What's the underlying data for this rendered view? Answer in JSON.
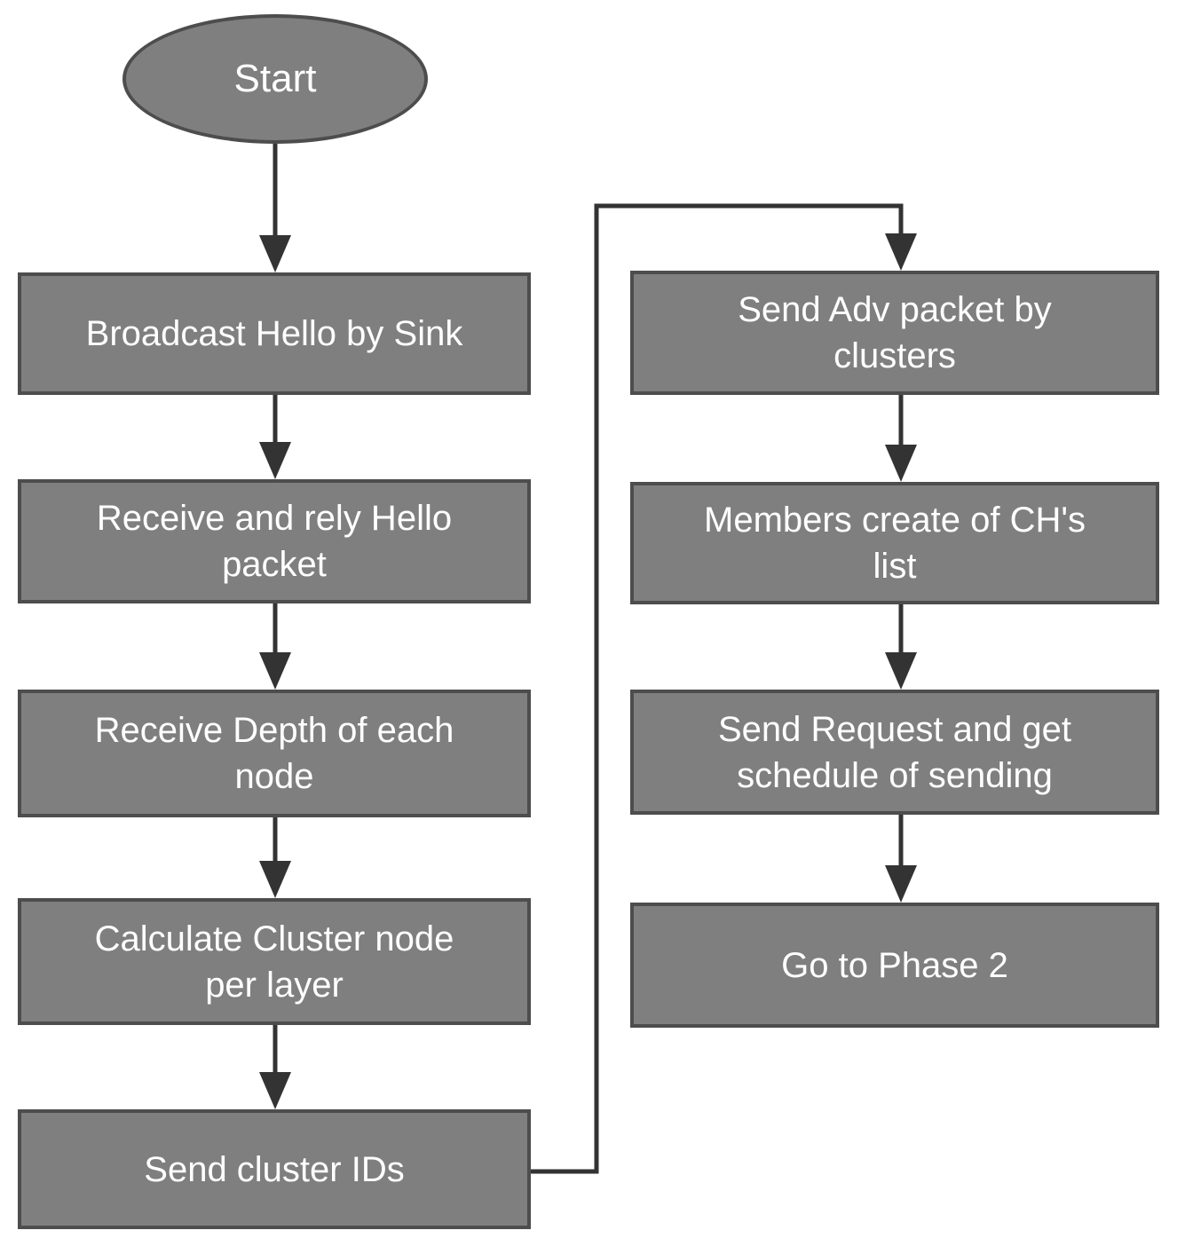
{
  "flowchart": {
    "colors": {
      "background": "#ffffff",
      "node_fill": "#7f7f7f",
      "node_border": "#4d4d4d",
      "arrow": "#333333",
      "text": "#ffffff"
    },
    "start_node": {
      "id": "start",
      "shape": "ellipse",
      "lines": [
        "Start"
      ]
    },
    "left_column": [
      {
        "id": "broadcast-hello-by-sink",
        "lines": [
          "Broadcast Hello by Sink"
        ]
      },
      {
        "id": "receive-and-rely-hello-packet",
        "lines": [
          "Receive and rely Hello",
          "packet"
        ]
      },
      {
        "id": "receive-depth-of-each-node",
        "lines": [
          "Receive Depth of each",
          "node"
        ]
      },
      {
        "id": "calculate-cluster-node-per-layer",
        "lines": [
          "Calculate Cluster node",
          "per layer"
        ]
      },
      {
        "id": "send-cluster-ids",
        "lines": [
          "Send cluster IDs"
        ]
      }
    ],
    "right_column": [
      {
        "id": "send-adv-packet-by-clusters",
        "lines": [
          "Send Adv packet by",
          "clusters"
        ]
      },
      {
        "id": "members-create-of-chs-list",
        "lines": [
          "Members create of CH's",
          "list"
        ]
      },
      {
        "id": "send-request-and-get-schedule",
        "lines": [
          "Send Request and get",
          "schedule of sending"
        ]
      },
      {
        "id": "go-to-phase-2",
        "lines": [
          "Go to Phase 2"
        ]
      }
    ],
    "edges": [
      {
        "from": "start",
        "to": "broadcast-hello-by-sink"
      },
      {
        "from": "broadcast-hello-by-sink",
        "to": "receive-and-rely-hello-packet"
      },
      {
        "from": "receive-and-rely-hello-packet",
        "to": "receive-depth-of-each-node"
      },
      {
        "from": "receive-depth-of-each-node",
        "to": "calculate-cluster-node-per-layer"
      },
      {
        "from": "calculate-cluster-node-per-layer",
        "to": "send-cluster-ids"
      },
      {
        "from": "send-cluster-ids",
        "to": "send-adv-packet-by-clusters"
      },
      {
        "from": "send-adv-packet-by-clusters",
        "to": "members-create-of-chs-list"
      },
      {
        "from": "members-create-of-chs-list",
        "to": "send-request-and-get-schedule"
      },
      {
        "from": "send-request-and-get-schedule",
        "to": "go-to-phase-2"
      }
    ]
  }
}
